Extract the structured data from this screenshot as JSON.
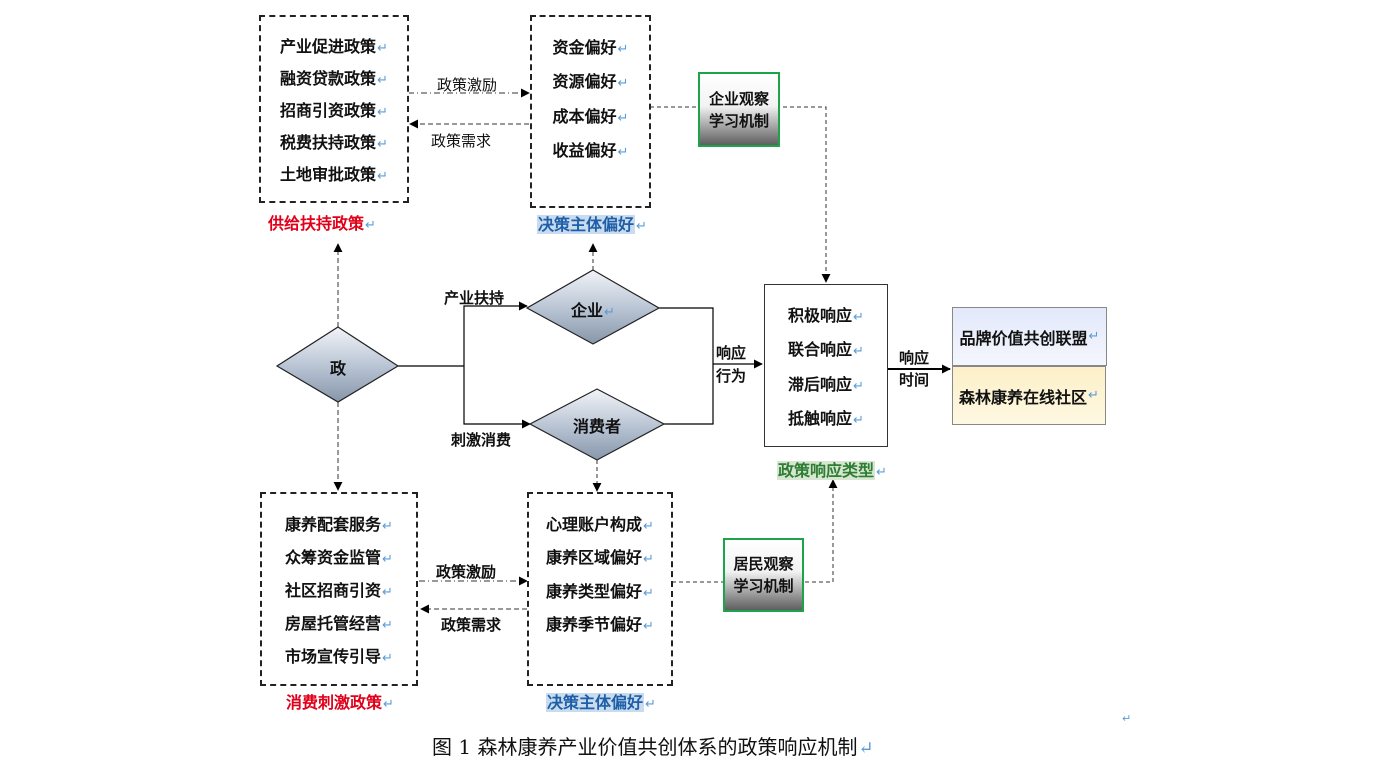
{
  "supply_policy": {
    "items": [
      "产业促进政策",
      "融资贷款政策",
      "招商引资政策",
      "税费扶持政策",
      "土地审批政策"
    ],
    "caption": "供给扶持政策"
  },
  "enterprise_preference": {
    "items": [
      "资金偏好",
      "资源偏好",
      "成本偏好",
      "收益偏好"
    ],
    "caption": "决策主体偏好"
  },
  "consumer_policy": {
    "items": [
      "康养配套服务",
      "众筹资金监管",
      "社区招商引资",
      "房屋托管经营",
      "市场宣传引导"
    ],
    "caption": "消费刺激政策"
  },
  "resident_preference": {
    "items": [
      "心理账户构成",
      "康养区域偏好",
      "康养类型偏好",
      "康养季节偏好"
    ],
    "caption": "决策主体偏好"
  },
  "mechanisms": {
    "enterprise": [
      "企业观察",
      "学习机制"
    ],
    "resident": [
      "居民观察",
      "学习机制"
    ]
  },
  "diamonds": {
    "government": "政",
    "enterprise": "企业",
    "consumer": "消费者"
  },
  "edge_labels": {
    "top_incentive": "政策激励",
    "top_demand": "政策需求",
    "bottom_incentive": "政策激励",
    "bottom_demand": "政策需求",
    "industry_support": "产业扶持",
    "stimulate_consumption": "刺激消费",
    "response_behavior": [
      "响应",
      "行为"
    ],
    "response_time": [
      "响应",
      "时间"
    ]
  },
  "response_types": {
    "items": [
      "积极响应",
      "联合响应",
      "滞后响应",
      "抵触响应"
    ],
    "caption": "政策响应类型"
  },
  "outcomes": [
    "品牌价值共创联盟",
    "森林康养在线社区"
  ],
  "colors": {
    "red_caption": "#e1001a",
    "blue_caption": "#1f5fa8",
    "green_caption": "#2e7d32",
    "mechanism_border": "#1fa34a",
    "diamond_fill": "#b6c2d2",
    "outcome_top": "#e7ecfa",
    "outcome_bottom": "#fdf3d0"
  },
  "figure_caption": "图 1  森林康养产业价值共创体系的政策响应机制"
}
